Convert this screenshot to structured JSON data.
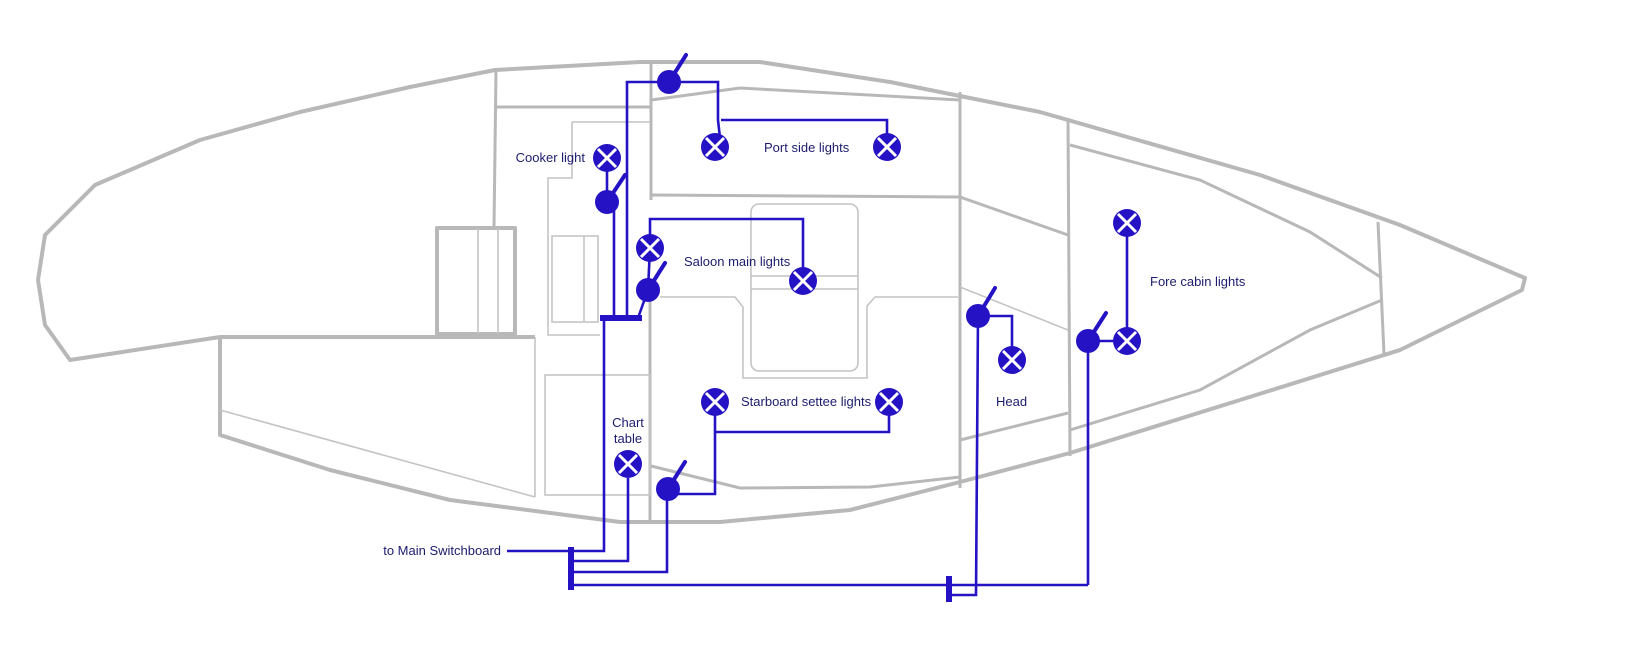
{
  "colors": {
    "wiring": "#2412c4",
    "hull": "#b8b8b8",
    "label_text": "#1c1c6e"
  },
  "labels": {
    "cooker_light": "Cooker light",
    "port_side_lights": "Port side lights",
    "saloon_main_lights": "Saloon main lights",
    "fore_cabin_lights": "Fore cabin lights",
    "head": "Head",
    "starboard_settee_lights": "Starboard settee lights",
    "chart_table_line1": "Chart",
    "chart_table_line2": "table",
    "to_main_switchboard": "to Main Switchboard"
  },
  "symbols": {
    "lamp": "lamp-cross-icon",
    "switch": "toggle-switch-icon"
  }
}
